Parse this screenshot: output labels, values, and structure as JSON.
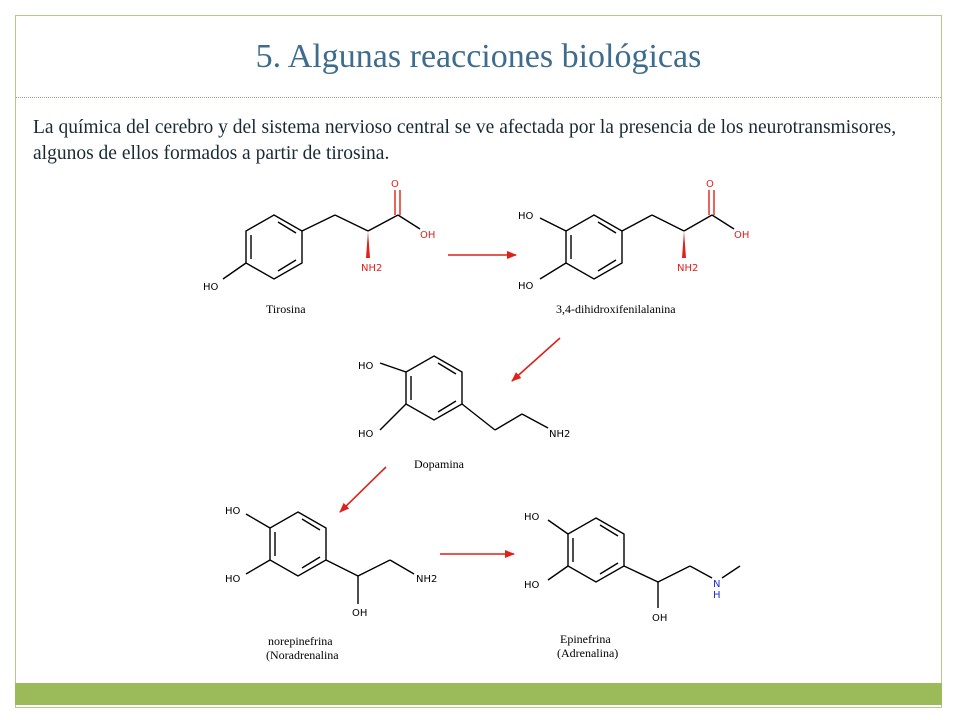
{
  "slide": {
    "title": "5. Algunas reacciones biológicas",
    "intro": "La química del cerebro y del sistema nervioso central se ve afectada por la presencia de los neurotransmisores, algunos de ellos formados a partir de tirosina.",
    "accent_color": "#9bba59",
    "title_color": "#3d6c8e"
  },
  "diagram": {
    "labels": {
      "ho": "HO",
      "oh": "OH",
      "o": "O",
      "nh2": "NH2",
      "n": "N",
      "h": "H"
    },
    "molecules": {
      "tirosina": "Tirosina",
      "dopa": "3,4-dihidroxifenilalanina",
      "dopamina": "Dopamina",
      "norepinefrina_1": "norepinefrina",
      "norepinefrina_2": "(Noradrenalina",
      "epinefrina_1": "Epinefrina",
      "epinefrina_2": "(Adrenalina)"
    }
  }
}
